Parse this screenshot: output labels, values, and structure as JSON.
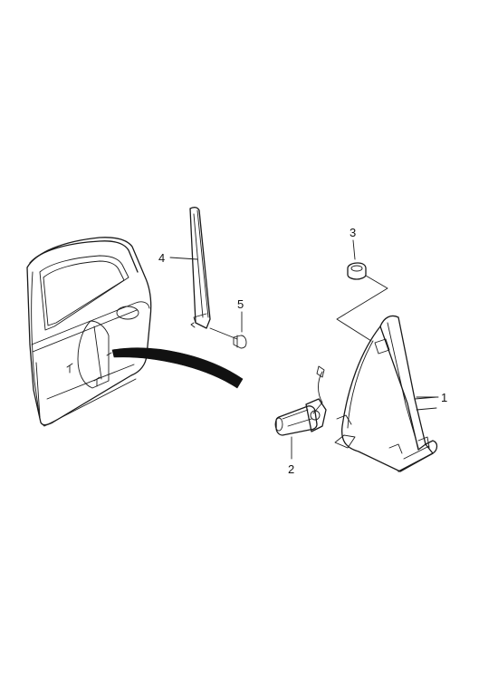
{
  "diagram": {
    "callouts": [
      {
        "id": "1",
        "text": "1"
      },
      {
        "id": "2",
        "text": "2"
      },
      {
        "id": "3",
        "text": "3"
      },
      {
        "id": "4",
        "text": "4"
      },
      {
        "id": "5",
        "text": "5"
      }
    ],
    "parts": [
      {
        "callout": "1",
        "icon": "window-regulator-icon"
      },
      {
        "callout": "2",
        "icon": "regulator-motor-icon"
      },
      {
        "callout": "3",
        "icon": "grommet-nut-icon"
      },
      {
        "callout": "4",
        "icon": "glass-run-channel-icon"
      },
      {
        "callout": "5",
        "icon": "bolt-icon"
      }
    ],
    "colors": {
      "ink": "#1a1a1a",
      "background": "#ffffff"
    }
  }
}
